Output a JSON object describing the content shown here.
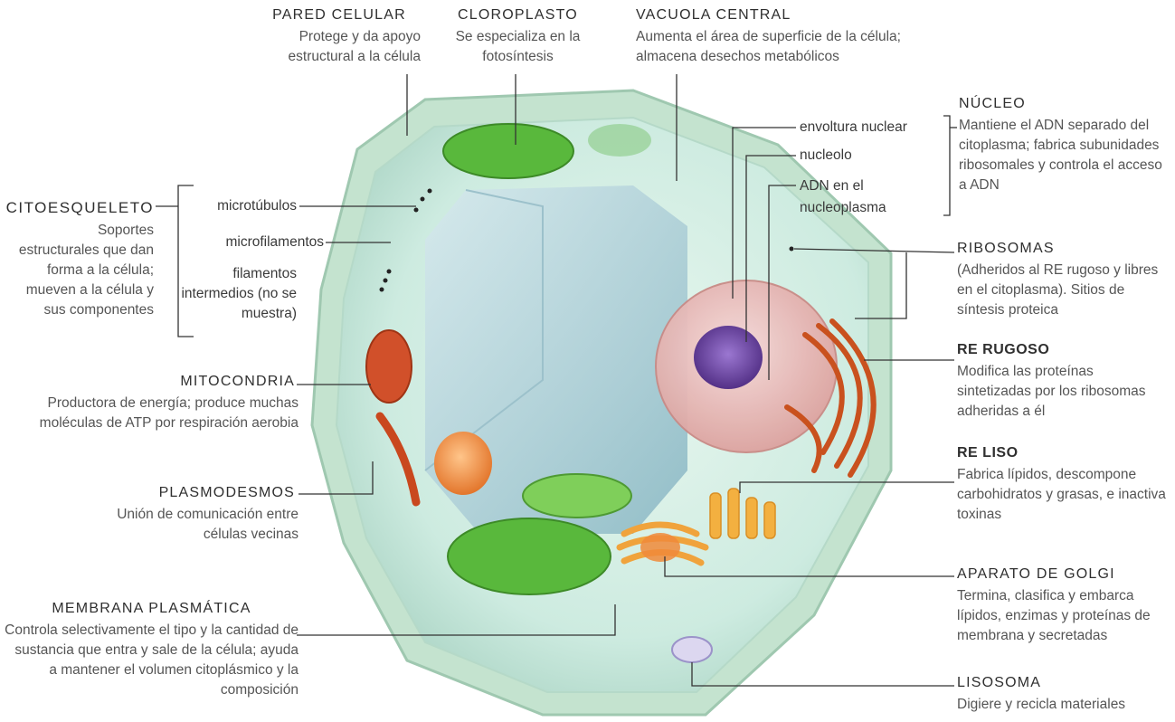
{
  "labels": {
    "pared": {
      "title": "PARED CELULAR",
      "desc": "Protege y da apoyo estructural a la célula"
    },
    "cloroplasto": {
      "title": "CLOROPLASTO",
      "desc": "Se especializa en la fotosíntesis"
    },
    "vacuola": {
      "title": "VACUOLA CENTRAL",
      "desc": "Aumenta el área de superficie de la célula; almacena desechos metabólicos"
    },
    "nucleo": {
      "title": "NÚCLEO",
      "desc": "Mantiene el ADN separado del citoplasma; fabrica subunidades ribosomales y controla el acceso a ADN"
    },
    "ribosomas": {
      "title": "RIBOSOMAS",
      "desc": "(Adheridos al RE rugoso y libres en el citoplasma). Sitios de síntesis proteica"
    },
    "re_rugoso": {
      "title": "RE RUGOSO",
      "desc": "Modifica las proteínas sintetizadas por los ribosomas adheridas a él"
    },
    "re_liso": {
      "title": "RE LISO",
      "desc": "Fabrica lípidos, descompone carbohidratos y grasas, e inactiva toxinas"
    },
    "golgi": {
      "title": "APARATO DE GOLGI",
      "desc": "Termina, clasifica y embarca lípidos, enzimas y proteínas de membrana y secretadas"
    },
    "lisosoma": {
      "title": "LISOSOMA",
      "desc": "Digiere y recicla materiales"
    },
    "citoesqueleto": {
      "title": "CITOESQUELETO",
      "desc": "Soportes estructurales que dan forma a la célula; mueven a la célula y sus componentes"
    },
    "mitocondria": {
      "title": "MITOCONDRIA",
      "desc": "Productora de energía; produce muchas moléculas de ATP por respiración aerobia"
    },
    "plasmodesmos": {
      "title": "PLASMODESMOS",
      "desc": "Unión de comunicación entre células vecinas"
    },
    "membrana": {
      "title": "MEMBRANA PLASMÁTICA",
      "desc": "Controla selectivamente el tipo y la cantidad de sustancia que entra y sale de la célula; ayuda a mantener el volumen citoplásmico y la composición"
    }
  },
  "nucleus_parts": {
    "envoltura": "envoltura nuclear",
    "nucleolo": "nucleolo",
    "adn": "ADN en el nucleoplasma"
  },
  "cytoskeleton_parts": {
    "microtubulos": "microtúbulos",
    "microfilamentos": "microfilamentos",
    "intermedios": "filamentos intermedios (no se muestra)"
  },
  "colors": {
    "cell_wall": "#b9dcc6",
    "cytoplasm": "#cfeee4",
    "vacuole": "#a9cdd6",
    "chloroplast": "#59b83c",
    "nucleus": "#e9b7b3",
    "nucleolus": "#6a3f9e",
    "rough_er": "#c9511e",
    "golgi": "#f0a33c",
    "mitochondria": "#d1502a",
    "leader_line": "#333333"
  }
}
